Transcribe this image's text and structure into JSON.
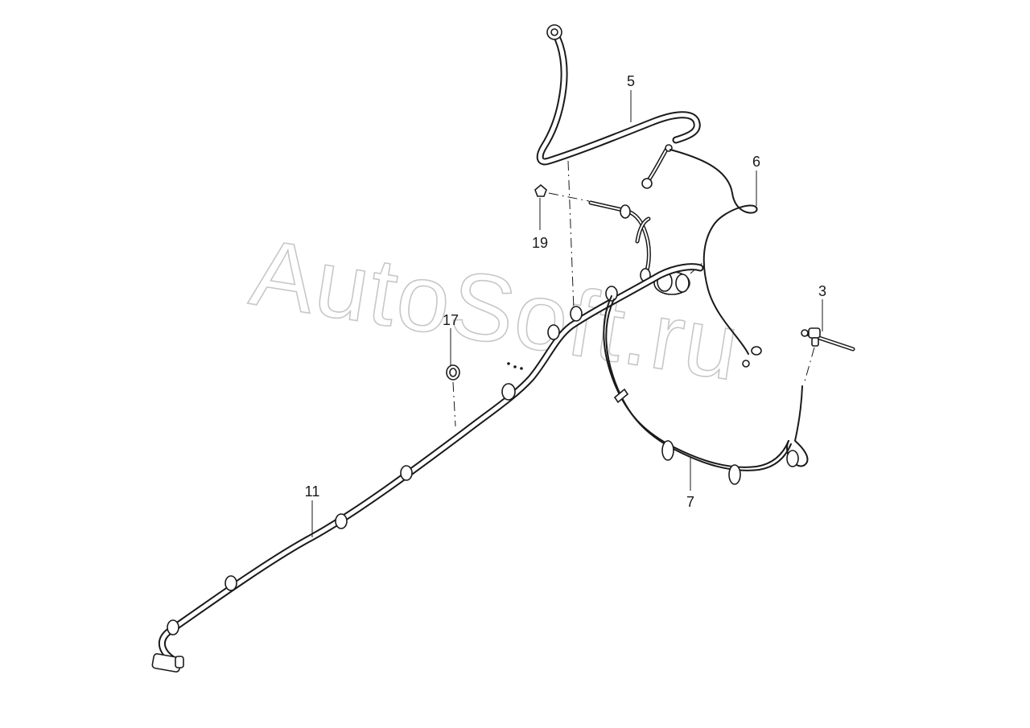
{
  "callouts": [
    {
      "id": "5",
      "label": "5"
    },
    {
      "id": "6",
      "label": "6"
    },
    {
      "id": "19",
      "label": "19"
    },
    {
      "id": "3",
      "label": "3"
    },
    {
      "id": "17",
      "label": "17"
    },
    {
      "id": "11",
      "label": "11"
    },
    {
      "id": "7",
      "label": "7"
    }
  ],
  "watermark": "AutoSoft.ru",
  "colors": {
    "line": "#1a1a1a",
    "watermark": "#9a9a9a",
    "background": "#ffffff"
  }
}
